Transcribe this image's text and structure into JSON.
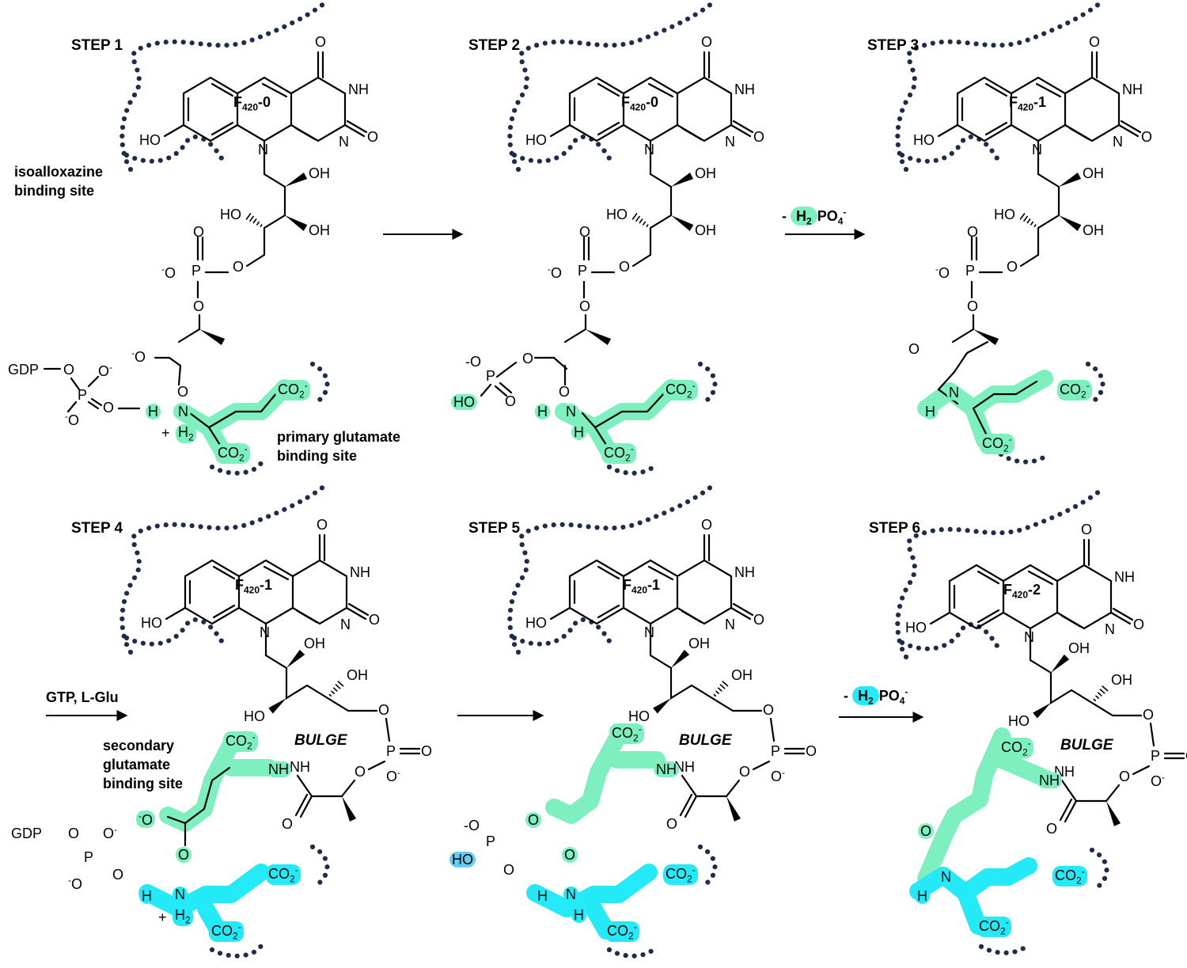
{
  "steps": [
    {
      "label": "STEP 1",
      "cofactor": {
        "base": "F",
        "sub": "420",
        "suffix": "-0"
      }
    },
    {
      "label": "STEP 2",
      "cofactor": {
        "base": "F",
        "sub": "420",
        "suffix": "-0"
      }
    },
    {
      "label": "STEP 3",
      "cofactor": {
        "base": "F",
        "sub": "420",
        "suffix": "-1"
      }
    },
    {
      "label": "STEP 4",
      "cofactor": {
        "base": "F",
        "sub": "420",
        "suffix": "-1"
      }
    },
    {
      "label": "STEP 5",
      "cofactor": {
        "base": "F",
        "sub": "420",
        "suffix": "-1"
      }
    },
    {
      "label": "STEP 6",
      "cofactor": {
        "base": "F",
        "sub": "420",
        "suffix": "-2"
      }
    }
  ],
  "sites": {
    "isoalloxazine": "isoalloxazine binding site",
    "primary": "primary glutamate binding site",
    "secondary": "secondary glutamate binding site",
    "bulge": "BULGE"
  },
  "reagents": {
    "gtp_glu": "GTP, L-Glu",
    "phosphate_minus": "-",
    "phosphate_h": "H",
    "phosphate_h_sub": "2",
    "phosphate_po": "PO",
    "phosphate_o_sub": "4",
    "phosphate_charge": "-"
  },
  "atoms": {
    "O": "O",
    "NH": "NH",
    "N": "N",
    "HO": "HO",
    "OH": "OH",
    "P": "P",
    "GDP": "GDP",
    "H": "H",
    "CO2": "CO",
    "CO2_sub": "2",
    "minus": "-",
    "plus": "+"
  },
  "colors": {
    "highlight_green": "#7ef0c0",
    "highlight_cyan": "#24eaf8",
    "dots": "#1e2b4a",
    "lines": "#000000"
  }
}
